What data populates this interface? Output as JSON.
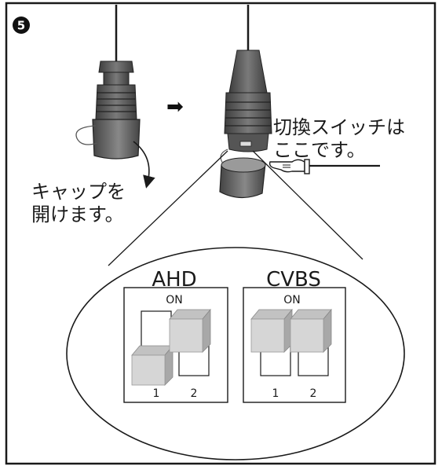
{
  "step": {
    "number": "5"
  },
  "labels": {
    "cap_open_line1": "キャップを",
    "cap_open_line2": "開けます。",
    "switch_here_line1": "切換スイッチは",
    "switch_here_line2": "ここです。"
  },
  "arrow_glyph": "➡",
  "switches": {
    "ahd": {
      "title": "AHD",
      "on_label": "ON",
      "positions": [
        "1",
        "2"
      ],
      "switch1": "off",
      "switch2": "on"
    },
    "cvbs": {
      "title": "CVBS",
      "on_label": "ON",
      "positions": [
        "1",
        "2"
      ],
      "switch1": "on",
      "switch2": "on"
    }
  },
  "colors": {
    "line": "#1a1a1a",
    "connector_dark": "#4a4a4a",
    "connector_mid": "#6e6e6e",
    "connector_light": "#9a9a9a",
    "switch_face": "#d6d6d6",
    "switch_side": "#a8a8a8",
    "switch_top": "#c2c2c2"
  },
  "icons": [
    "pointing-hand-icon",
    "right-arrow-icon",
    "curved-arrow-icon"
  ]
}
